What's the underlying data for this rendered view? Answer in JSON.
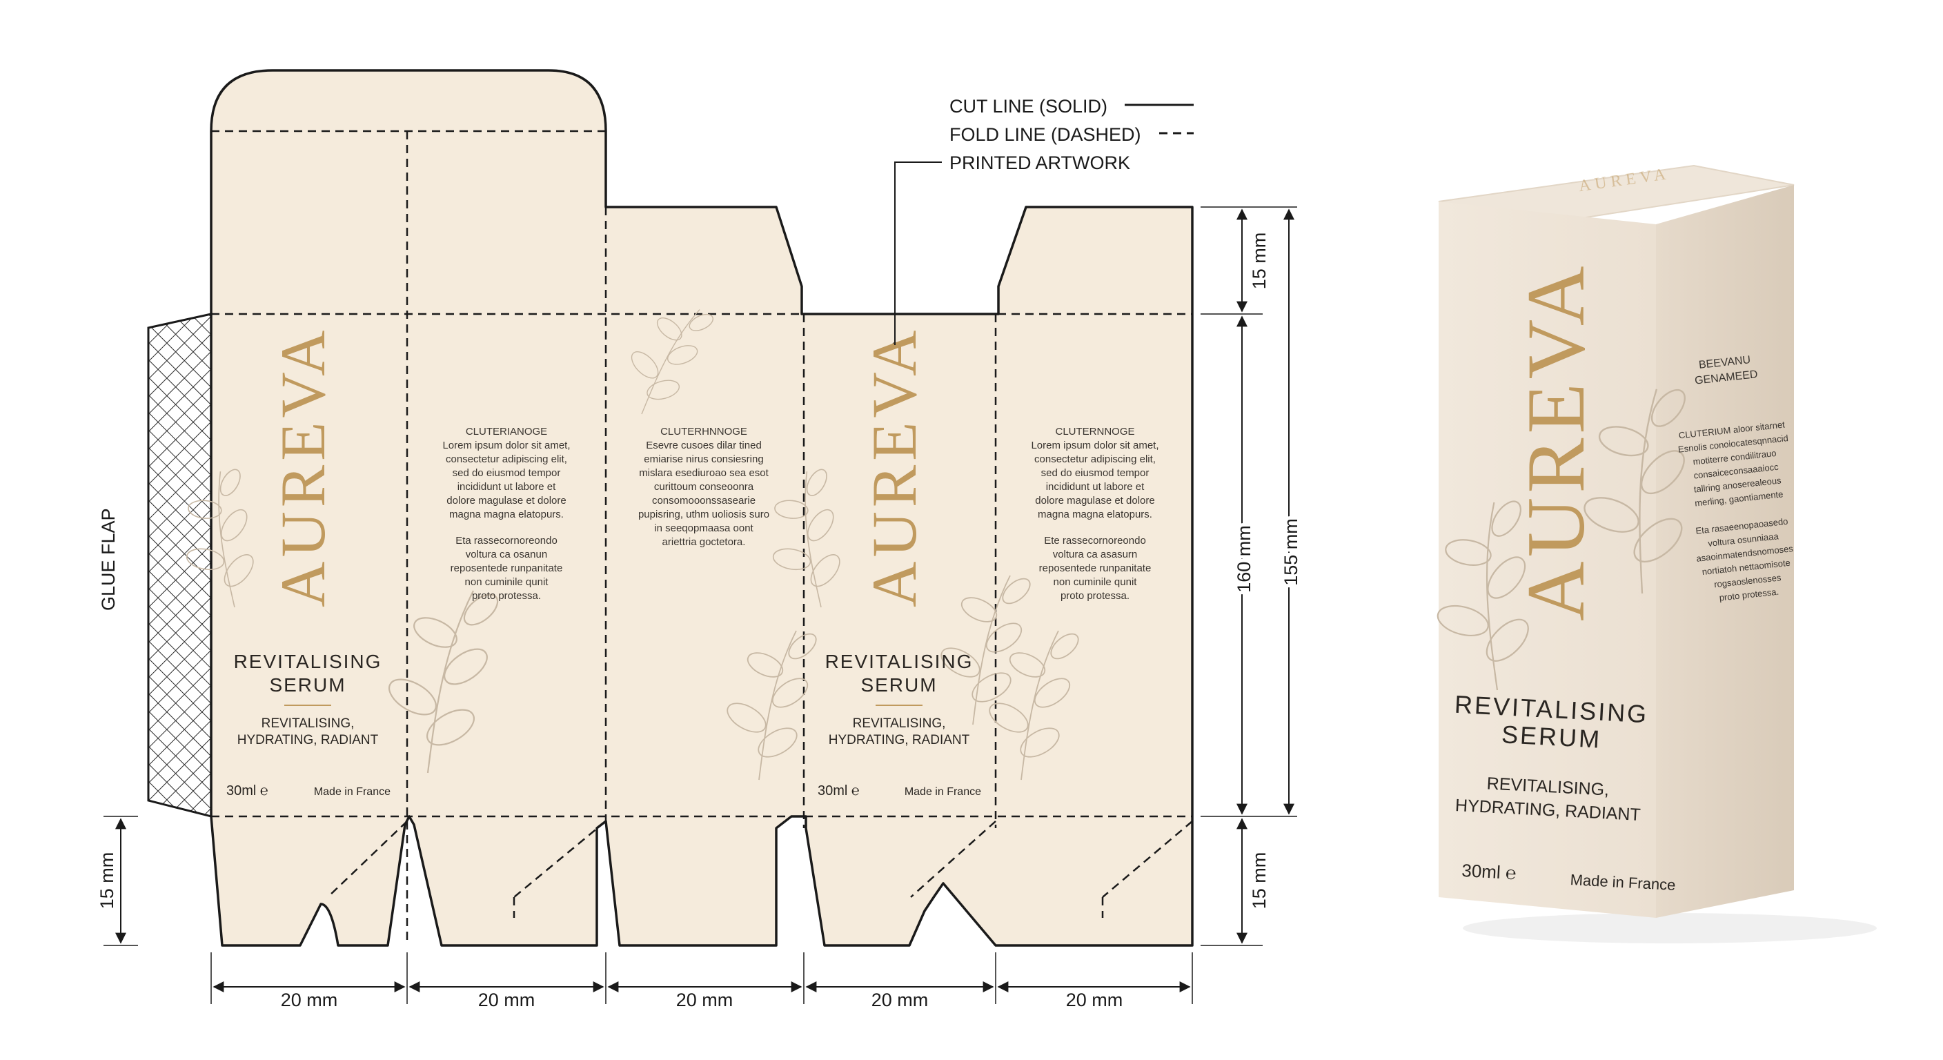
{
  "legend": {
    "cut_line": "CUT LINE (SOLID)",
    "fold_line": "FOLD LINE (DASHED)",
    "printed_artwork": "PRINTED ARTWORK"
  },
  "glue_flap_label": "GLUE FLAP",
  "dimensions": {
    "panel_width": "20 mm",
    "top_flap_height": "15 mm",
    "bottom_flap_height": "15 mm",
    "left_bottom_flap_height": "15 mm",
    "body_height": "160 mm",
    "overall_height": "155 mm"
  },
  "brand": {
    "name": "AUREVA",
    "product_line1": "REVITALISING",
    "product_line2": "SERUM",
    "tagline_line1": "REVITALISING,",
    "tagline_line2": "HYDRATING, RADIANT",
    "volume": "30ml ℮",
    "origin": "Made in France"
  },
  "info_panel_a": {
    "heading": "CLUTERIANOGE",
    "para1": [
      "Lorem ipsum dolor sit amet,",
      "consectetur adipiscing elit,",
      "sed do eiusmod tempor",
      "incididunt ut labore et",
      "dolore magulase et dolore",
      "magna magna elatopurs."
    ],
    "para2": [
      "Eta rassecornoreondo",
      "voltura ca osanun",
      "reposentede runpanitate",
      "non cuminile qunit",
      "proto protessa."
    ]
  },
  "info_panel_b": {
    "heading": "CLUTERHNNOGE",
    "para1": [
      "Esevre cusoes dilar tined",
      "emiarise nirus consiesring",
      "mislara esediuroao sea esot",
      "curittoum conseoonra",
      "consomooonssasearie",
      "pupisring, uthm uoliosis suro",
      "in seeqopmaasa oont",
      "ariettria goctetora."
    ]
  },
  "info_panel_c": {
    "heading": "CLUTERNNOGE",
    "para1": [
      "Lorem ipsum dolor sit amet,",
      "consectetur adipiscing elit,",
      "sed do eiusmod tempor",
      "incididunt ut labore et",
      "dolore magulase et dolore",
      "magna magna elatopurs."
    ],
    "para2": [
      "Ete rassecornoreondo",
      "voltura ca asasurn",
      "reposentede runpanitate",
      "non cuminile qunit",
      "proto protessa."
    ]
  },
  "box_mockup": {
    "top_brand": "AUREVA",
    "side_heading_line1": "BEEVANU",
    "side_heading_line2": "GENAMEED",
    "side_lines1": [
      "CLUTERIUM aloor sitarnet",
      "Esnolis conoiocatesqnnacid",
      "motiterre condilitrauo",
      "consaiceconsaaaiocc",
      "tallring anoserealeous",
      "merling, gaontiamente"
    ],
    "side_lines2": [
      "Eta rasaeenopaoasedo",
      "voltura osunniaaa",
      "asaoinmatendsnomoses",
      "nortiatoh nettaomisote",
      "rogsaoslenosses",
      "proto protessa."
    ]
  },
  "colors": {
    "paper": "#f5ebdc",
    "gold": "#c09a5e",
    "ink": "#1a1a1a",
    "mockup_front": "#efe5d8",
    "mockup_side": "#e8ddd0"
  }
}
